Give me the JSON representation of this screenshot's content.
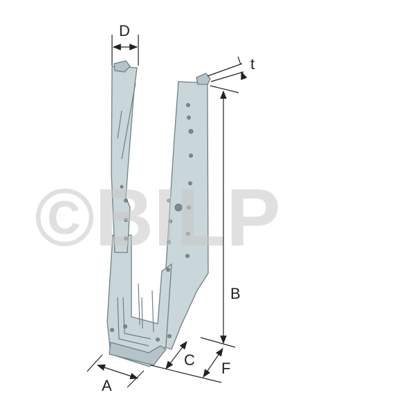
{
  "watermark": "©BILP",
  "dimensions": {
    "depth": "D",
    "thickness": "t",
    "height": "B",
    "width": "A",
    "seat": "C",
    "flange": "F"
  },
  "colors": {
    "metal": "#c9d6da",
    "outline": "#6f7f86",
    "dimension": "#222222"
  }
}
